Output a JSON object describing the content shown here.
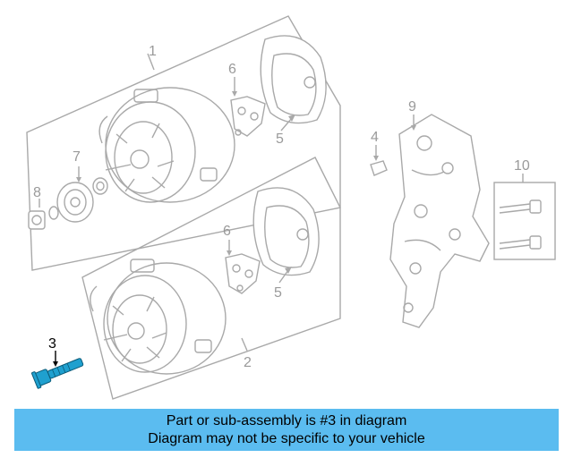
{
  "callouts": {
    "c1": "1",
    "c2": "2",
    "c3": "3",
    "c4": "4",
    "c5a": "5",
    "c5b": "5",
    "c6a": "6",
    "c6b": "6",
    "c7": "7",
    "c8": "8",
    "c9": "9",
    "c10": "10"
  },
  "highlight_color": "#1fa0cf",
  "banner": {
    "line1": "Part or sub-assembly is #3 in diagram",
    "line2": "Diagram may not be specific to your vehicle",
    "background": "#5bbcf0"
  }
}
